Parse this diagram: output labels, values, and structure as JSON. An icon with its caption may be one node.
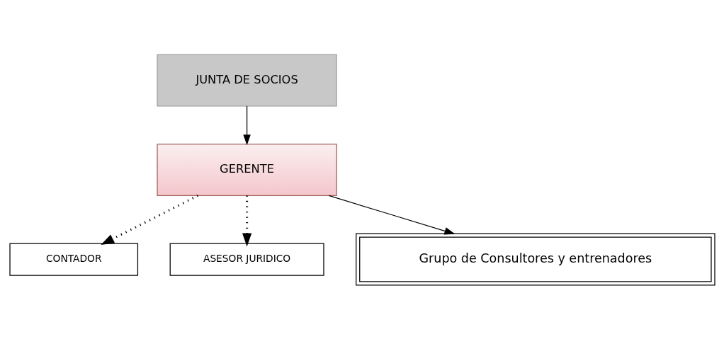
{
  "diagram": {
    "nodes": [
      {
        "text": [
          "JUNTA DE SOCIOS"
        ]
      },
      {
        "text": [
          "GERENTE"
        ]
      },
      {
        "text": [
          "CONTADOR"
        ]
      },
      {
        "text": [
          "ASESOR JURIDICO"
        ]
      },
      {
        "text": [
          "Grupo de Consultores y entrenadores"
        ]
      }
    ],
    "edges": [
      {
        "from": 0,
        "to": 1,
        "arrow": "to"
      },
      {
        "from": 1,
        "to": 2,
        "arrow": "to",
        "style": "dashed"
      },
      {
        "from": 1,
        "to": 3,
        "arrow": "to",
        "style": "dashed"
      },
      {
        "from": 1,
        "to": 4,
        "arrow": "to"
      }
    ]
  }
}
